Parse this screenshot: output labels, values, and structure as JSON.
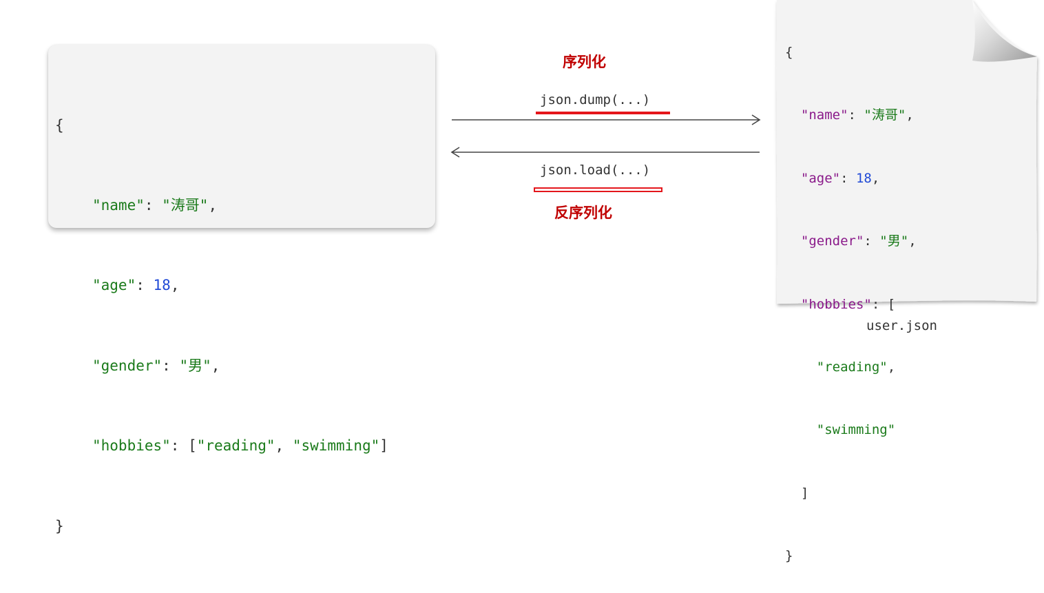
{
  "left_code": {
    "open_brace": "{",
    "close_brace": "}",
    "name_key": "\"name\"",
    "name_value": "\"涛哥\"",
    "age_key": "\"age\"",
    "age_value": "18",
    "gender_key": "\"gender\"",
    "gender_value": "\"男\"",
    "hobbies_key": "\"hobbies\"",
    "hobby_1": "\"reading\"",
    "hobby_2": "\"swimming\""
  },
  "serialize": {
    "label": "序列化",
    "func": "json.dump(...)"
  },
  "deserialize": {
    "label": "反序列化",
    "func": "json.load(...)"
  },
  "file": {
    "name": "user.json",
    "open_brace": "{",
    "close_brace": "}",
    "name_key": "\"name\"",
    "name_value": "\"涛哥\"",
    "age_key": "\"age\"",
    "age_value": "18",
    "gender_key": "\"gender\"",
    "gender_value": "\"男\"",
    "hobbies_key": "\"hobbies\"",
    "hobbies_open": "[",
    "hobby_1": "\"reading\"",
    "hobby_2": "\"swimming\"",
    "hobbies_close": "]"
  },
  "colors": {
    "accent_red": "#c00000",
    "underline_red": "#e4161b",
    "string_green": "#1a7a1a",
    "number_blue": "#1f49d6",
    "key_purple": "#8a1a8a"
  },
  "icons": [
    "document-icon",
    "right-arrow-icon",
    "left-arrow-icon"
  ]
}
